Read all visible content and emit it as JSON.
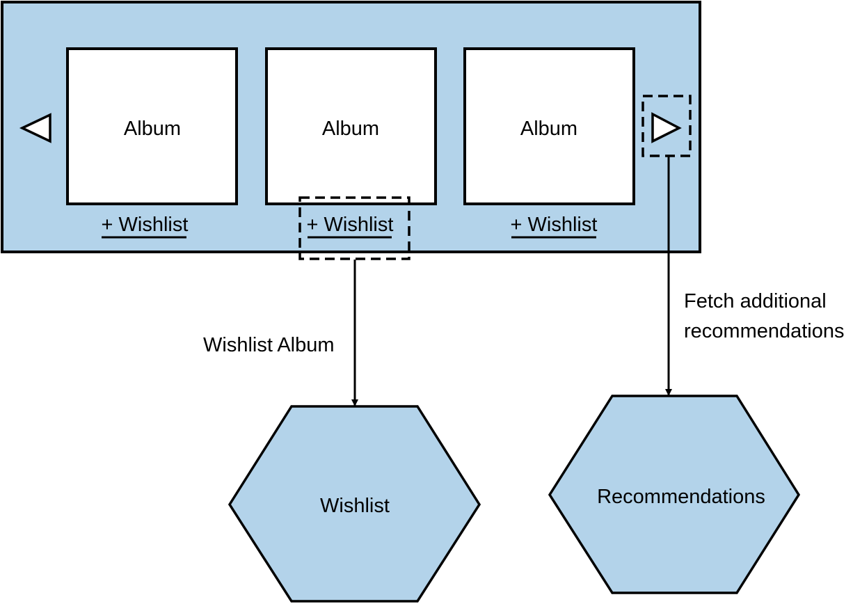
{
  "albums": [
    {
      "label": "Album",
      "action": "+ Wishlist"
    },
    {
      "label": "Album",
      "action": "+ Wishlist"
    },
    {
      "label": "Album",
      "action": "+ Wishlist"
    }
  ],
  "icons": {
    "prev": "triangle-left-icon",
    "next": "triangle-right-icon"
  },
  "edges": {
    "wishlist": "Wishlist Album",
    "recommendations_line1": "Fetch additional",
    "recommendations_line2": "recommendations"
  },
  "services": {
    "wishlist": "Wishlist",
    "recommendations": "Recommendations"
  },
  "colors": {
    "fill": "#b3d3ea",
    "stroke": "#000000"
  }
}
